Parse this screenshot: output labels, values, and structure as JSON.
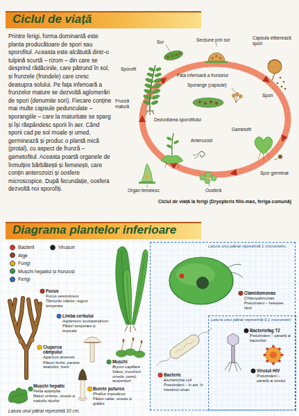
{
  "diagram": {
    "caption": "Ciclul de viață la ferigi (Dryopteris filix-mas, feriga comună)",
    "nodes": [
      {
        "text": [
          "Ciclul de viață"
        ]
      },
      {
        "text": [
          "Diagrama plantelor inferioare"
        ]
      },
      {
        "text": [
          "Latura unui pătrat reprezintă 1 micrometru.",
          "Clamidomonas",
          "Chlamydomonas",
          "Pretutindeni – heleștee, râuri",
          "Bacterie",
          "Escherichia coli",
          "Pretutindeni – în aer, în intestinul uman"
        ]
      },
      {
        "text": [
          "Latura unui pătrat reprezintă 0,1 micrometri",
          "Bacteriofag T2",
          "Pretutindeni – paraziți ai bacteriilor",
          "Virusul HIV",
          "Pretutindeni – paraziți ai omului"
        ],
        "in": 2
      }
    ],
    "labels": [
      "Printre ferigi, forma dominantă este planta producătoare de spori sau sporofitul. Aceasta este alcătuită dintr-o tulpină scurtă – rizom – din care se desprind rădăcinile, care pătrund în sol, și frunzele (frondele) care cresc deasupra solului. Pe fața inferioară a frunzelor mature se dezvoltă aglomerări de spori (denumite sori). Fiecare conține mai multe capsule pedunculate – sporangiile – care la maturitate se sparg și își răspândesc sporii în aer. Când sporii cad pe sol moale și umed, germinează și produc o plantă mică (protal), cu aspect de frunză – gametofitul. Aceasta poartă organele de înmulțire bărbătești și femeiești, care conțin anterozoizi și oosfere microscopice. După fecundație, oosfera dezvoltă noi sporofiți.",
      "Sor",
      "Secțiune prin sor",
      "Capsula eliberează spori",
      "Sporofit",
      "Fața inferioară a frunzelor",
      "Sporange (capsule)",
      "Spori",
      "Frunză matură",
      "Dezvoltarea sporofitului",
      "Anterozoid",
      "Gametofit",
      "Spor germinat",
      "Organ femeiesc",
      "Oosferă",
      "Fucus",
      "Fucus vesiculosus",
      "Țărmurile mărilor, regiuni temperate",
      "Limba cerbului",
      "Asplenium scolopendrium",
      "Păduri temperate și tropicale",
      "Ciuperca câmpului",
      "Agaricus arvensis",
      "Pășuni fertile, pantele dealurilor, livezi",
      "Mușchi",
      "Bryum capillare",
      "Stânci, trunchiuri umede, pereți, acoperișuri",
      "Mușchi hepatic",
      "Pellia epiphylla",
      "Maluri umbrite, umede și malurile râurilor",
      "Burete puturos",
      "Phallus impudicus",
      "Păduri calde, umede și grădini",
      "Latura unui pătrat reprezintă 10 cm."
    ],
    "legend": [
      {
        "text": "Bacterii",
        "color": "#e5322a"
      },
      {
        "text": "Virusuri",
        "color": "#1c1c1c"
      },
      {
        "text": "Alge",
        "color": "#a33a26"
      },
      {
        "text": "Fungi",
        "color": "#f2b800"
      },
      {
        "text": "Mușchi hepatici și frunzoși",
        "color": "#3a9d3f"
      },
      {
        "text": "Ferigi",
        "color": "#2f6fc4"
      }
    ]
  }
}
